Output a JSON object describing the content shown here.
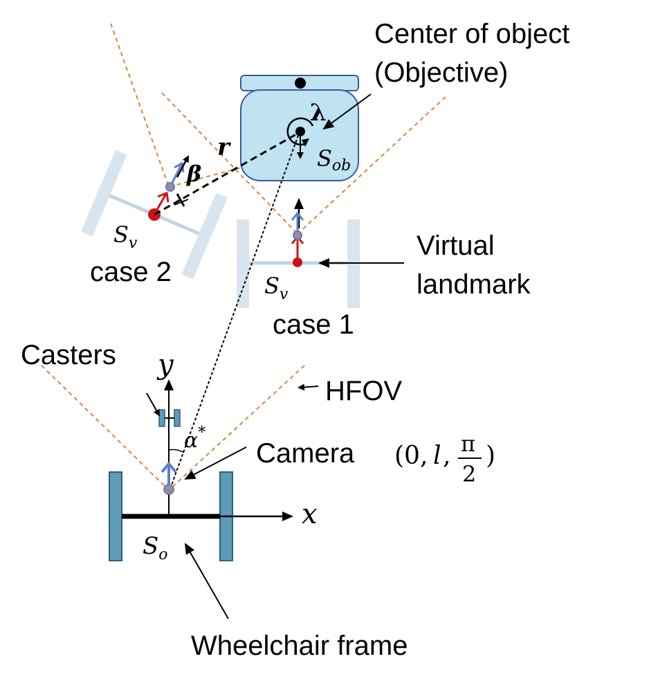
{
  "labels": {
    "center_line1": "Center of object",
    "center_line2": "(Objective)",
    "virtual_line1": "Virtual",
    "virtual_line2": "landmark",
    "case1": "case 1",
    "case2": "case 2",
    "casters": "Casters",
    "hfov": "HFOV",
    "camera": "Camera",
    "wheelchair_frame": "Wheelchair frame"
  },
  "symbols": {
    "lambda": "λ",
    "beta": "β",
    "r": "r",
    "s_ob_main": "S",
    "s_ob_sub": "ob",
    "s_v_main": "S",
    "s_v_sub": "v",
    "s_o_main": "S",
    "s_o_sub": "o",
    "y_axis": "y",
    "x_axis": "x",
    "alpha": "α",
    "alpha_sup": "*",
    "camera_coord_open": "(0,",
    "camera_coord_l": "l",
    "camera_coord_comma": ",",
    "camera_coord_pi": "π",
    "camera_coord_two": "2",
    "camera_coord_close": ")"
  },
  "colors": {
    "fov_line": "#d9843a",
    "wheel": "#5d9bb7",
    "wheel_border": "#2f5f7a",
    "virtual_wheel": "#d8e5ef",
    "object_fill": "#bfe3f0",
    "object_border": "#3a5aa0",
    "red_arrow": "#cc1414",
    "blue_arrow": "#5b7ecf",
    "red_point": "#cc1414"
  }
}
